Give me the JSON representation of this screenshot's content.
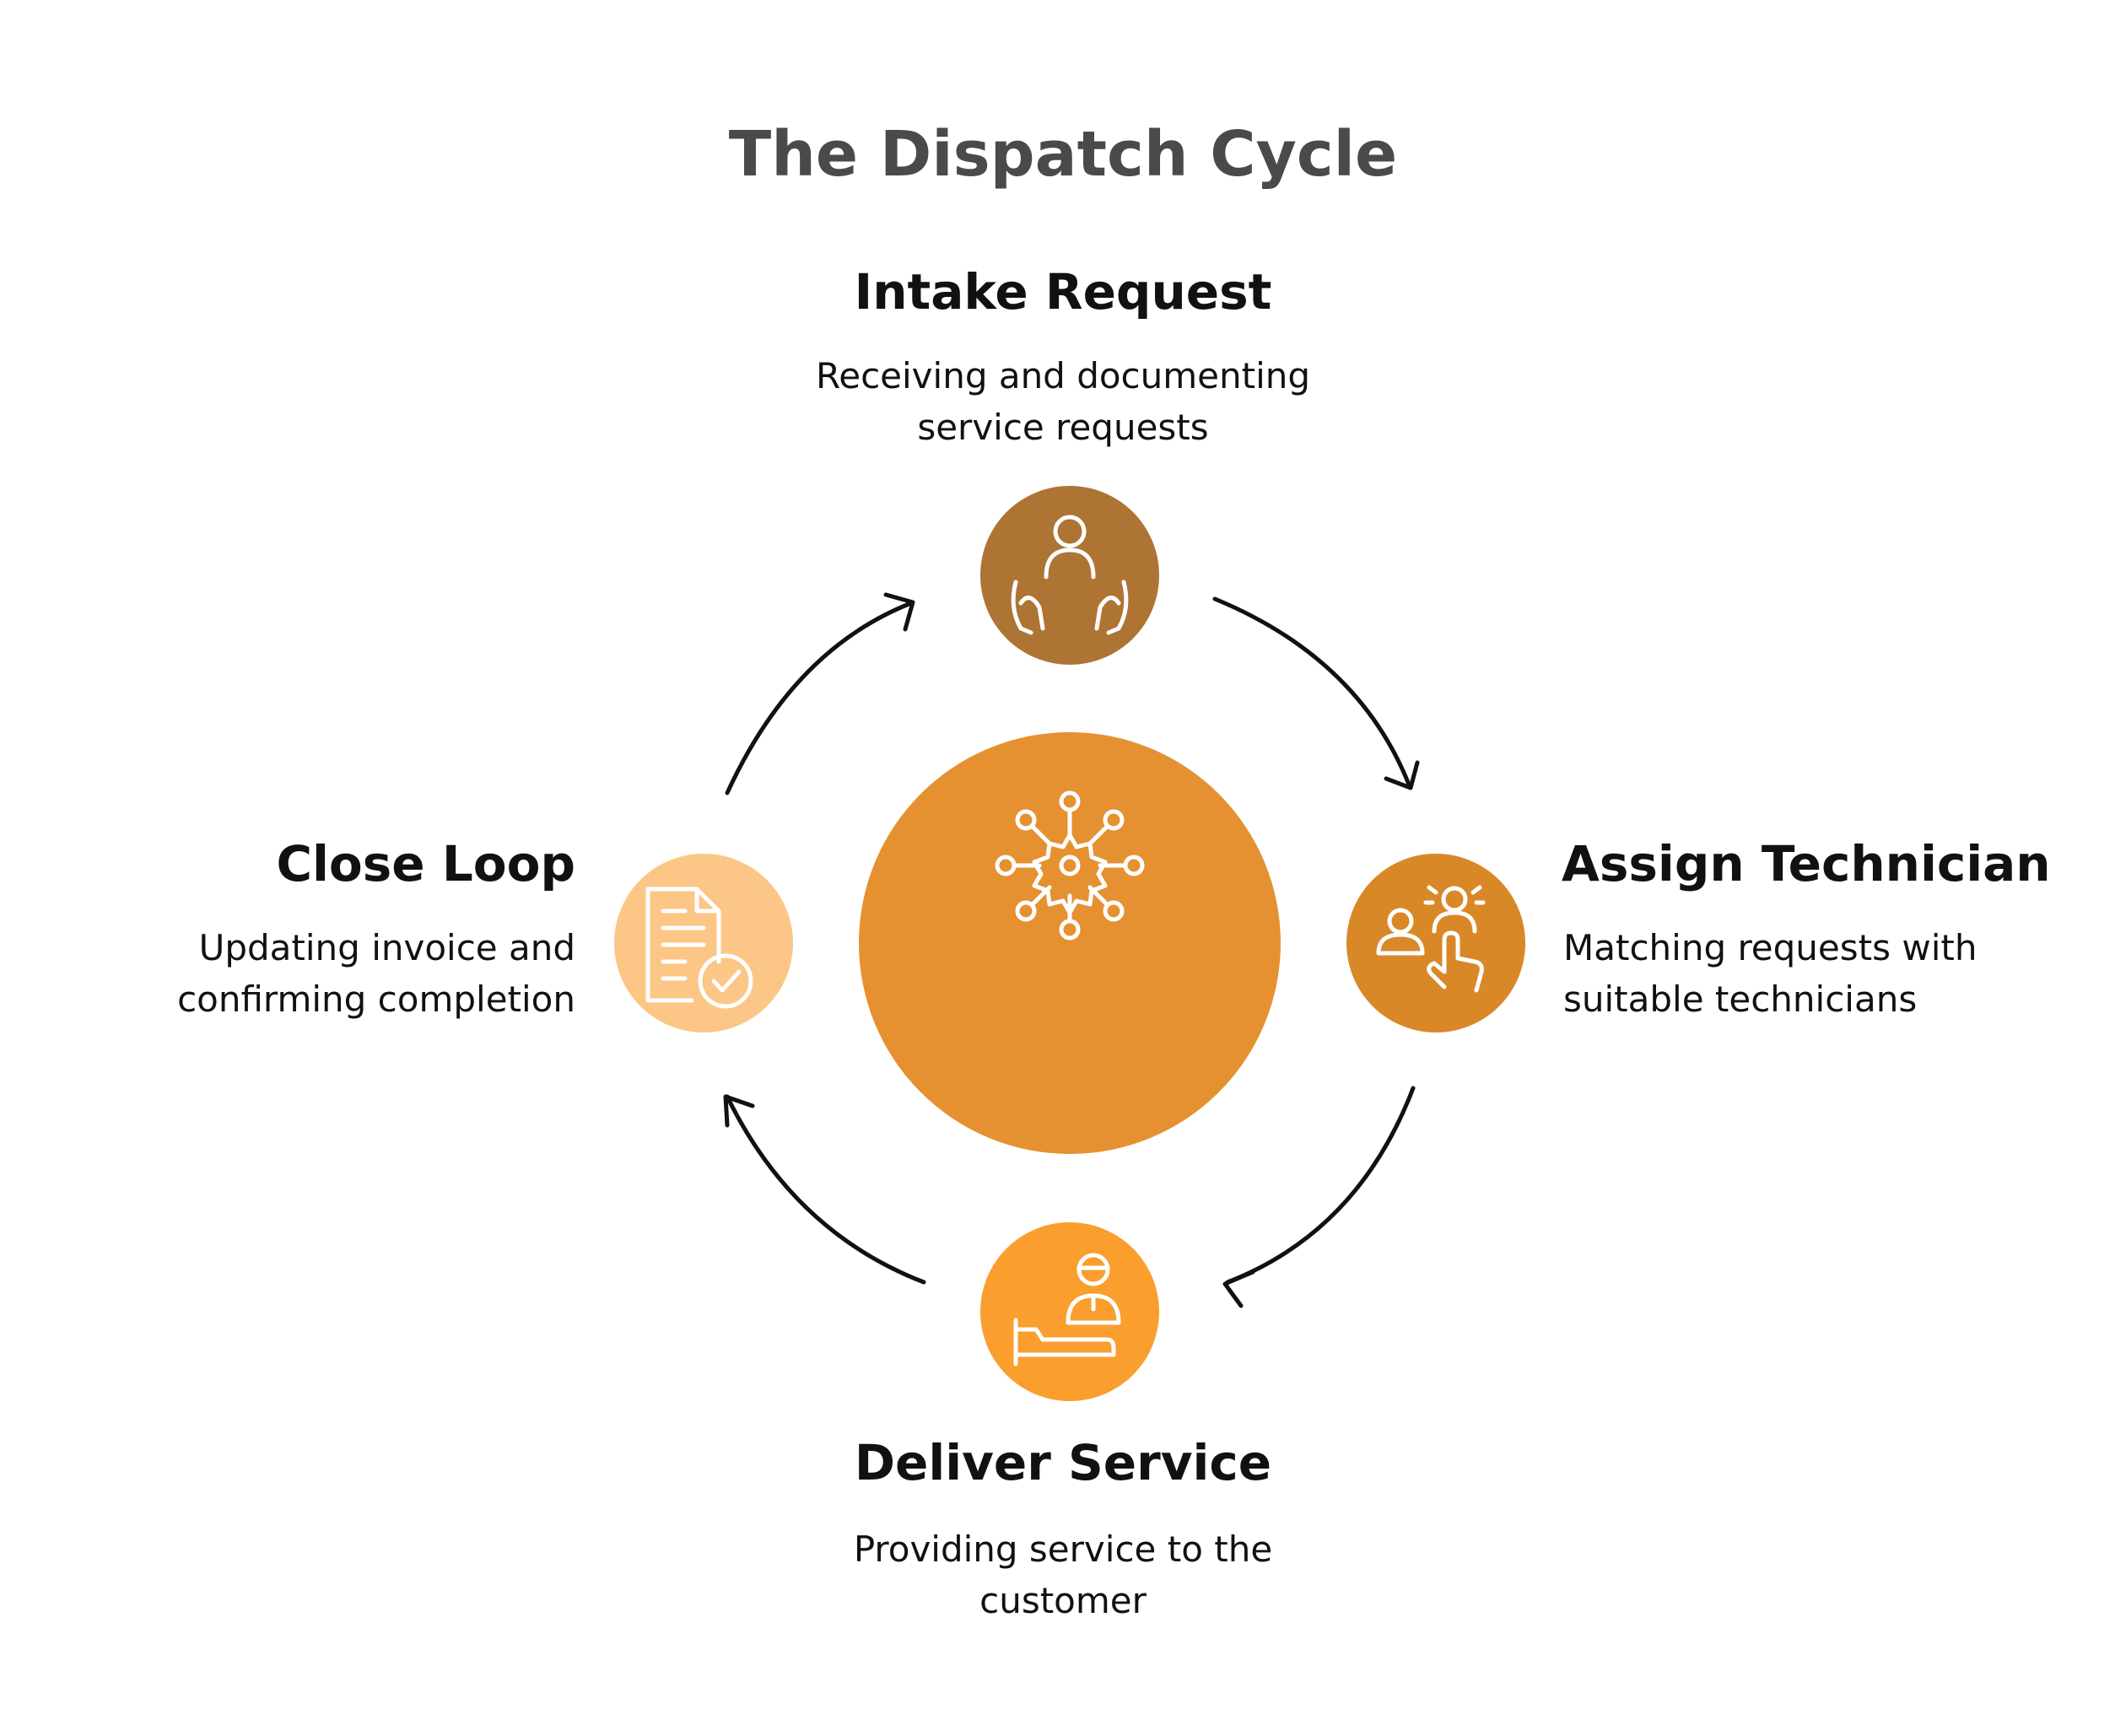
{
  "title": "The Dispatch Cycle",
  "colors": {
    "intake": "#AE7434",
    "assign": "#D98828",
    "deliver": "#FA9E2E",
    "close": "#FCC687",
    "center": "#E69131",
    "arrow": "#111111",
    "icon": "#ffffff"
  },
  "steps": {
    "intake": {
      "title": "Intake Request",
      "desc_line1": "Receiving and documenting",
      "desc_line2": "service requests",
      "icon": "person-hands-icon"
    },
    "assign": {
      "title": "Assign Technician",
      "desc_line1": "Matching requests with",
      "desc_line2": "suitable technicians",
      "icon": "people-select-icon"
    },
    "deliver": {
      "title": "Deliver Service",
      "desc_line1": "Providing service to the",
      "desc_line2": "customer",
      "icon": "service-delivery-icon"
    },
    "close": {
      "title": "Close Loop",
      "desc_line1": "Updating invoice and",
      "desc_line2": "confirming completion",
      "icon": "document-check-icon"
    }
  },
  "center": {
    "icon": "gear-network-icon"
  }
}
